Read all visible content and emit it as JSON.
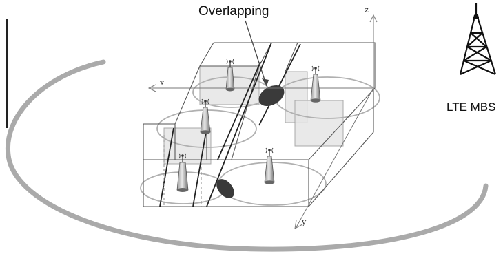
{
  "labels": {
    "overlapping": "Overlapping",
    "mbs": "LTE MBS",
    "axis_x": "x",
    "axis_y": "y",
    "axis_z": "z"
  },
  "colors": {
    "line": "#555555",
    "shade": "#e6e6e6",
    "overlap": "#3a3a3a",
    "coverage": "#b3b3b3"
  },
  "icons": [
    "tower-icon",
    "small-cell-icon"
  ]
}
